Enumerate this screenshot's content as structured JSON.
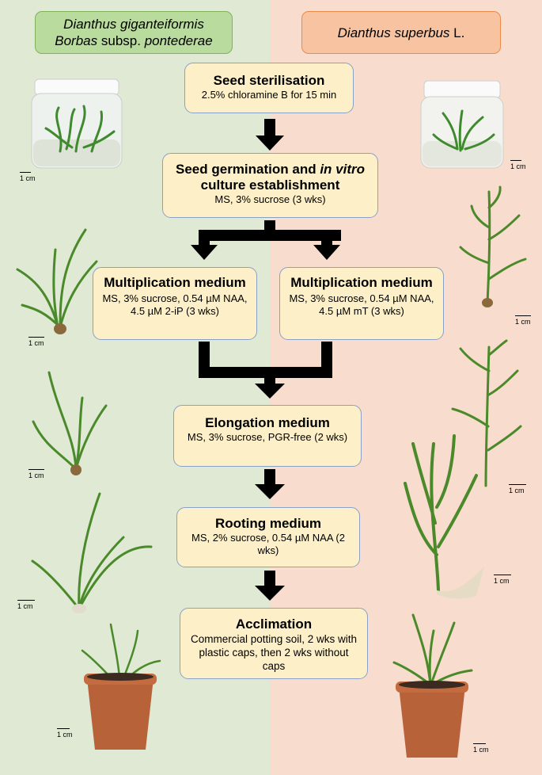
{
  "species": {
    "left": {
      "line1": "Dianthus giganteiformis",
      "line2a": "Borbas",
      "line2b": " subsp. ",
      "line2c": "pontederae"
    },
    "right": {
      "name": "Dianthus superbus",
      "author": " L."
    }
  },
  "steps": {
    "sterilisation": {
      "title": "Seed sterilisation",
      "detail": "2.5% chloramine B for 15 min"
    },
    "germination": {
      "title_a": "Seed germination and ",
      "title_b": "in vitro",
      "title_c": " culture establishment",
      "detail": "MS, 3% sucrose (3 wks)"
    },
    "mult_left": {
      "title": "Multiplication medium",
      "detail": "MS, 3% sucrose, 0.54 µM NAA, 4.5 µM 2-iP (3 wks)"
    },
    "mult_right": {
      "title": "Multiplication medium",
      "detail": "MS, 3% sucrose, 0.54 µM NAA, 4.5 µM mT (3 wks)"
    },
    "elongation": {
      "title": "Elongation medium",
      "detail": "MS, 3% sucrose, PGR-free (2 wks)"
    },
    "rooting": {
      "title": "Rooting medium",
      "detail": "MS, 2% sucrose, 0.54 µM NAA (2 wks)"
    },
    "acclimation": {
      "title": "Acclimation",
      "detail": "Commercial potting soil, 2 wks with plastic caps, then 2 wks without caps"
    }
  },
  "scale_label": "1 cm",
  "colors": {
    "left_bg": "#dfe9d3",
    "right_bg": "#f8dccd",
    "box_fill": "#fdf0c8",
    "box_border": "#8aa0c5",
    "left_tag": "#b9db9d",
    "right_tag": "#f7c3a0",
    "arrow": "#000000"
  },
  "icons": [
    "jar-culture-icon",
    "plantlet-icon",
    "potted-plant-icon"
  ]
}
